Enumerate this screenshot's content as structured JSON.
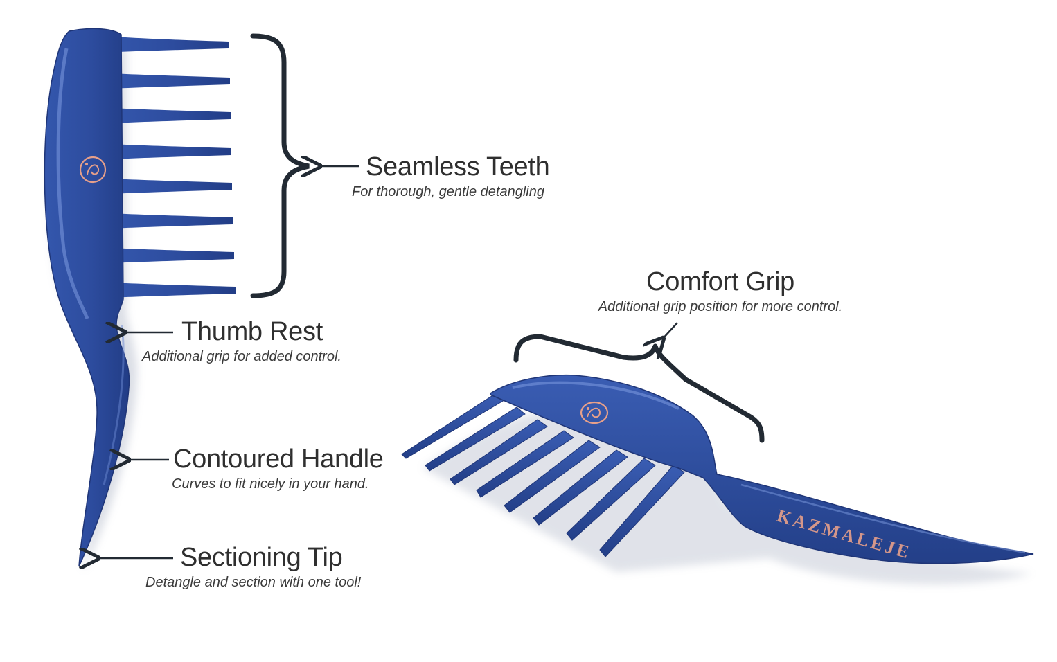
{
  "colors": {
    "comb_blue": "#2f4ea0",
    "comb_blue_dark": "#1f3577",
    "comb_highlight": "#6f8fd6",
    "logo_pink": "#e7a08a",
    "bracket": "#222a33",
    "text": "#2f2f2f"
  },
  "callouts": {
    "seamless_teeth": {
      "title": "Seamless Teeth",
      "subtitle": "For thorough, gentle detangling"
    },
    "thumb_rest": {
      "title": "Thumb Rest",
      "subtitle": "Additional grip for added control."
    },
    "contoured_handle": {
      "title": "Contoured Handle",
      "subtitle": "Curves to fit nicely in your hand."
    },
    "sectioning_tip": {
      "title": "Sectioning Tip",
      "subtitle": "Detangle and section with one tool!"
    },
    "comfort_grip": {
      "title": "Comfort Grip",
      "subtitle": "Additional grip position for more control."
    }
  },
  "product": {
    "brand_name": "KAZMALEJE",
    "logo_icon": "swan-monogram-icon"
  }
}
